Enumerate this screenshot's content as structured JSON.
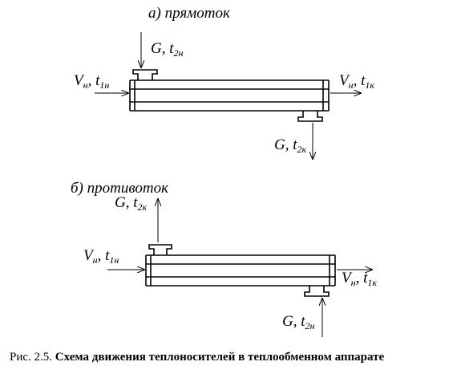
{
  "parallel": {
    "title": "а) прямоток",
    "hot_in": {
      "main": "V",
      "sub1": "н",
      "sep": ", ",
      "t": "t",
      "sub2": "1н"
    },
    "hot_out": {
      "main": "V",
      "sub1": "н",
      "sep": ", ",
      "t": "t",
      "sub2": "1к"
    },
    "cold_in": {
      "main": "G",
      "sep": ", ",
      "t": "t",
      "sub2": "2н"
    },
    "cold_out": {
      "main": "G",
      "sep": ", ",
      "t": "t",
      "sub2": "2к"
    }
  },
  "counter": {
    "title": "б) противоток",
    "hot_in": {
      "main": "V",
      "sub1": "н",
      "sep": ", ",
      "t": "t",
      "sub2": "1н"
    },
    "hot_out": {
      "main": "V",
      "sub1": "н",
      "sep": ", ",
      "t": "t",
      "sub2": "1к"
    },
    "cold_in": {
      "main": "G",
      "sep": ", ",
      "t": "t",
      "sub2": "2н"
    },
    "cold_out": {
      "main": "G",
      "sep": ", ",
      "t": "t",
      "sub2": "2к"
    }
  },
  "caption": {
    "prefix": "Рис. 2.5.",
    "text": "Схема движения теплоносителей в теплообменном аппарате"
  }
}
